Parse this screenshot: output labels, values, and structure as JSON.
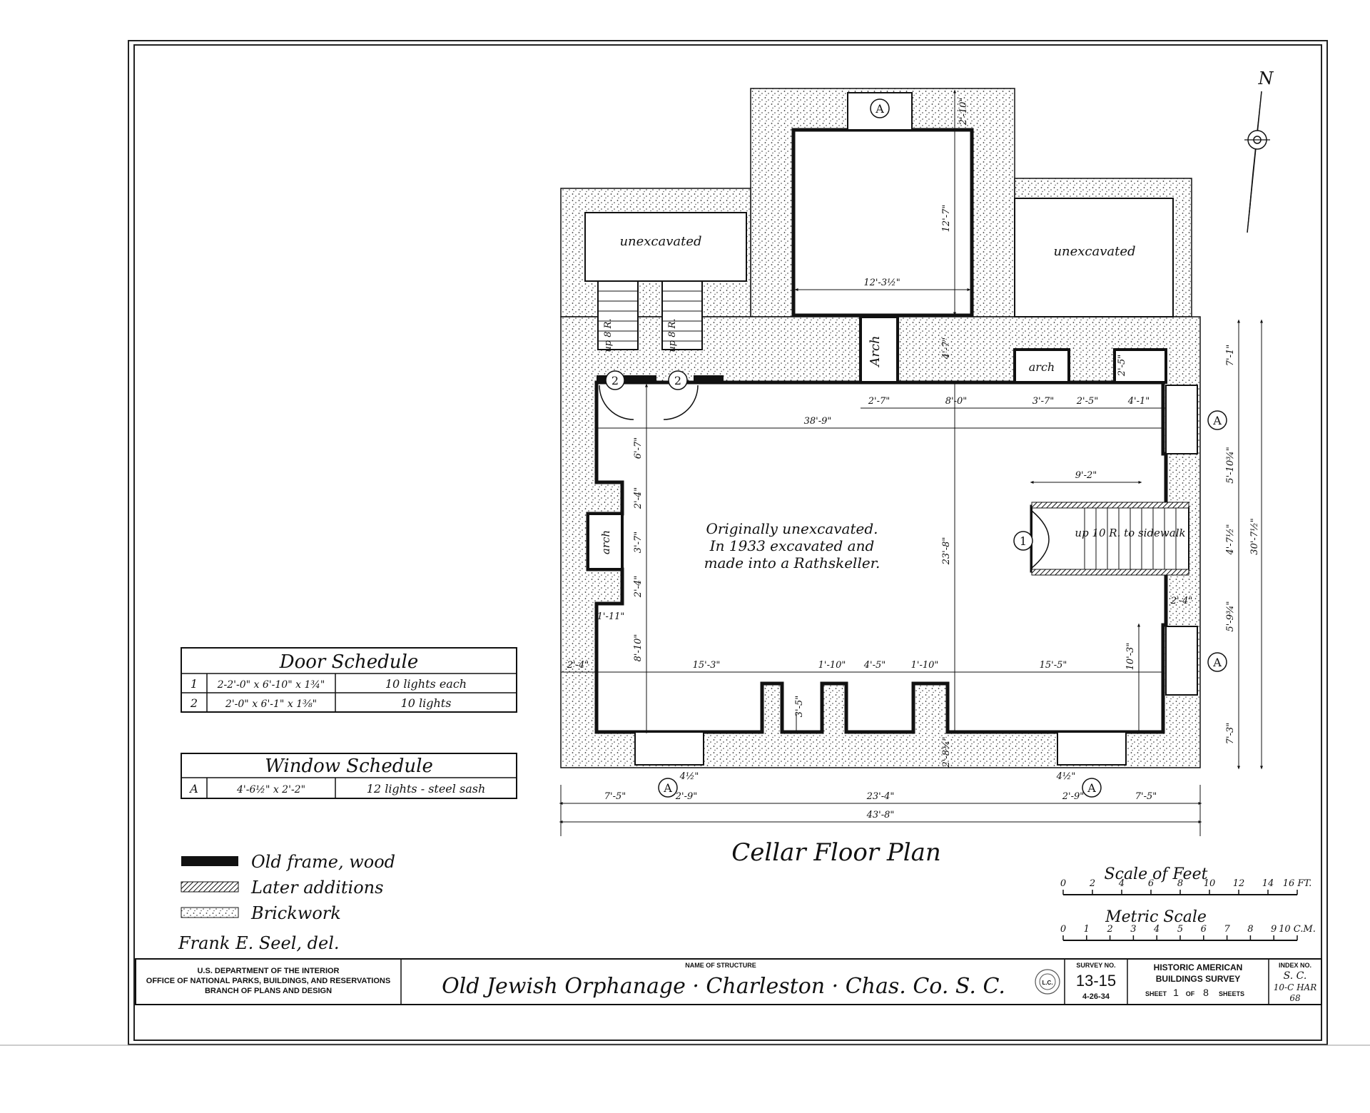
{
  "plan_title": "Cellar Floor Plan",
  "north_label": "N",
  "rooms": {
    "unexcavated_left": "unexcavated",
    "unexcavated_right": "unexcavated",
    "arch_north": "Arch",
    "arch_east": "arch",
    "arch_west": "arch",
    "stair_left": "up 8 R.",
    "stair_right": "up 8 R.",
    "stair_east": "up 10 R. to sidewalk"
  },
  "note_lines": [
    "Originally unexcavated.",
    "In 1933 excavated and",
    "made into a Rathskeller."
  ],
  "dimensions": {
    "d_2_10": "2'-10\"",
    "d_12_7": "12'-7\"",
    "d_12_3": "12'-3½\"",
    "d_4_7": "4'-7\"",
    "d_2_5": "2'-5\"",
    "d_7_1": "7'-1\"",
    "d_2_7": "2'-7\"",
    "d_8_0": "8'-0\"",
    "d_3_7": "3'-7\"",
    "d_2_5b": "2'-5\"",
    "d_4_1": "4'-1\"",
    "d_38_9": "38'-9\"",
    "d_6_7": "6'-7\"",
    "d_5_10": "5'-10¾\"",
    "d_9_2": "9'-2\"",
    "d_30_7": "30'-7½\"",
    "d_2_4a": "2'-4\"",
    "d_3_7b": "3'-7\"",
    "d_2_4b": "2'-4\"",
    "d_23_8": "23'-8\"",
    "d_4_7b": "4'-7½\"",
    "d_1_11": "1'-11\"",
    "d_8_10": "8'-10\"",
    "d_2_4c": "2'-4\"",
    "d_5_9": "5'-9¾\"",
    "d_10_3": "10'-3\"",
    "d_2_4d": "2'-4\"",
    "d_15_3": "15'-3\"",
    "d_1_10a": "1'-10\"",
    "d_4_5": "4'-5\"",
    "d_1_10b": "1'-10\"",
    "d_15_5": "15'-5\"",
    "d_3_5": "3'-5\"",
    "d_7_3": "7'-3\"",
    "d_2_8": "2'-8¾\"",
    "d_4_half_a": "4½\"",
    "d_4_half_b": "4½\"",
    "d_7_5a": "7'-5\"",
    "d_2_9a": "2'-9\"",
    "d_23_4": "23'-4\"",
    "d_2_9b": "2'-9\"",
    "d_7_5b": "7'-5\"",
    "d_43_8": "43'-8\""
  },
  "window_tag": "A",
  "door_tags": {
    "d1": "1",
    "d2": "2"
  },
  "door_schedule": {
    "title": "Door Schedule",
    "rows": [
      {
        "mark": "1",
        "size": "2-2'-0\" x 6'-10\" x 1¾\"",
        "note": "10 lights each"
      },
      {
        "mark": "2",
        "size": "2'-0\" x 6'-1\" x 1⅜\"",
        "note": "10 lights"
      }
    ]
  },
  "window_schedule": {
    "title": "Window Schedule",
    "rows": [
      {
        "mark": "A",
        "size": "4'-6½\" x 2'-2\"",
        "note": "12 lights - steel sash"
      }
    ]
  },
  "legend": [
    {
      "label": "Old frame, wood",
      "swatch": "solid"
    },
    {
      "label": "Later additions",
      "swatch": "hatch"
    },
    {
      "label": "Brickwork",
      "swatch": "stipple"
    }
  ],
  "delineator": "Frank E. Seel, del.",
  "scale_feet": {
    "title": "Scale of Feet",
    "ticks": [
      "0",
      "2",
      "4",
      "6",
      "8",
      "10",
      "12",
      "14",
      "16 FT."
    ]
  },
  "scale_metric": {
    "title": "Metric Scale",
    "ticks": [
      "0",
      "1",
      "2",
      "3",
      "4",
      "5",
      "6",
      "7",
      "8",
      "9",
      "10 C.M."
    ]
  },
  "title_block": {
    "agency_lines": [
      "U.S. DEPARTMENT OF THE INTERIOR",
      "OFFICE OF NATIONAL PARKS, BUILDINGS, AND RESERVATIONS",
      "BRANCH OF PLANS AND DESIGN"
    ],
    "name_label": "NAME OF STRUCTURE",
    "structure_name": "Old Jewish Orphanage · Charleston · Chas. Co. S. C.",
    "seal_text": "L.C.",
    "survey_label": "SURVEY NO.",
    "survey_no": "13-15",
    "survey_date": "4-26-34",
    "habs_line1": "HISTORIC AMERICAN",
    "habs_line2": "BUILDINGS SURVEY",
    "sheet_word": "SHEET",
    "sheet_no": "1",
    "of_word": "OF",
    "sheet_total": "8",
    "sheets_word": "SHEETS",
    "index_label": "INDEX NO.",
    "index_line1": "S. C.",
    "index_line2": "10-C HAR",
    "index_line3": "68"
  }
}
